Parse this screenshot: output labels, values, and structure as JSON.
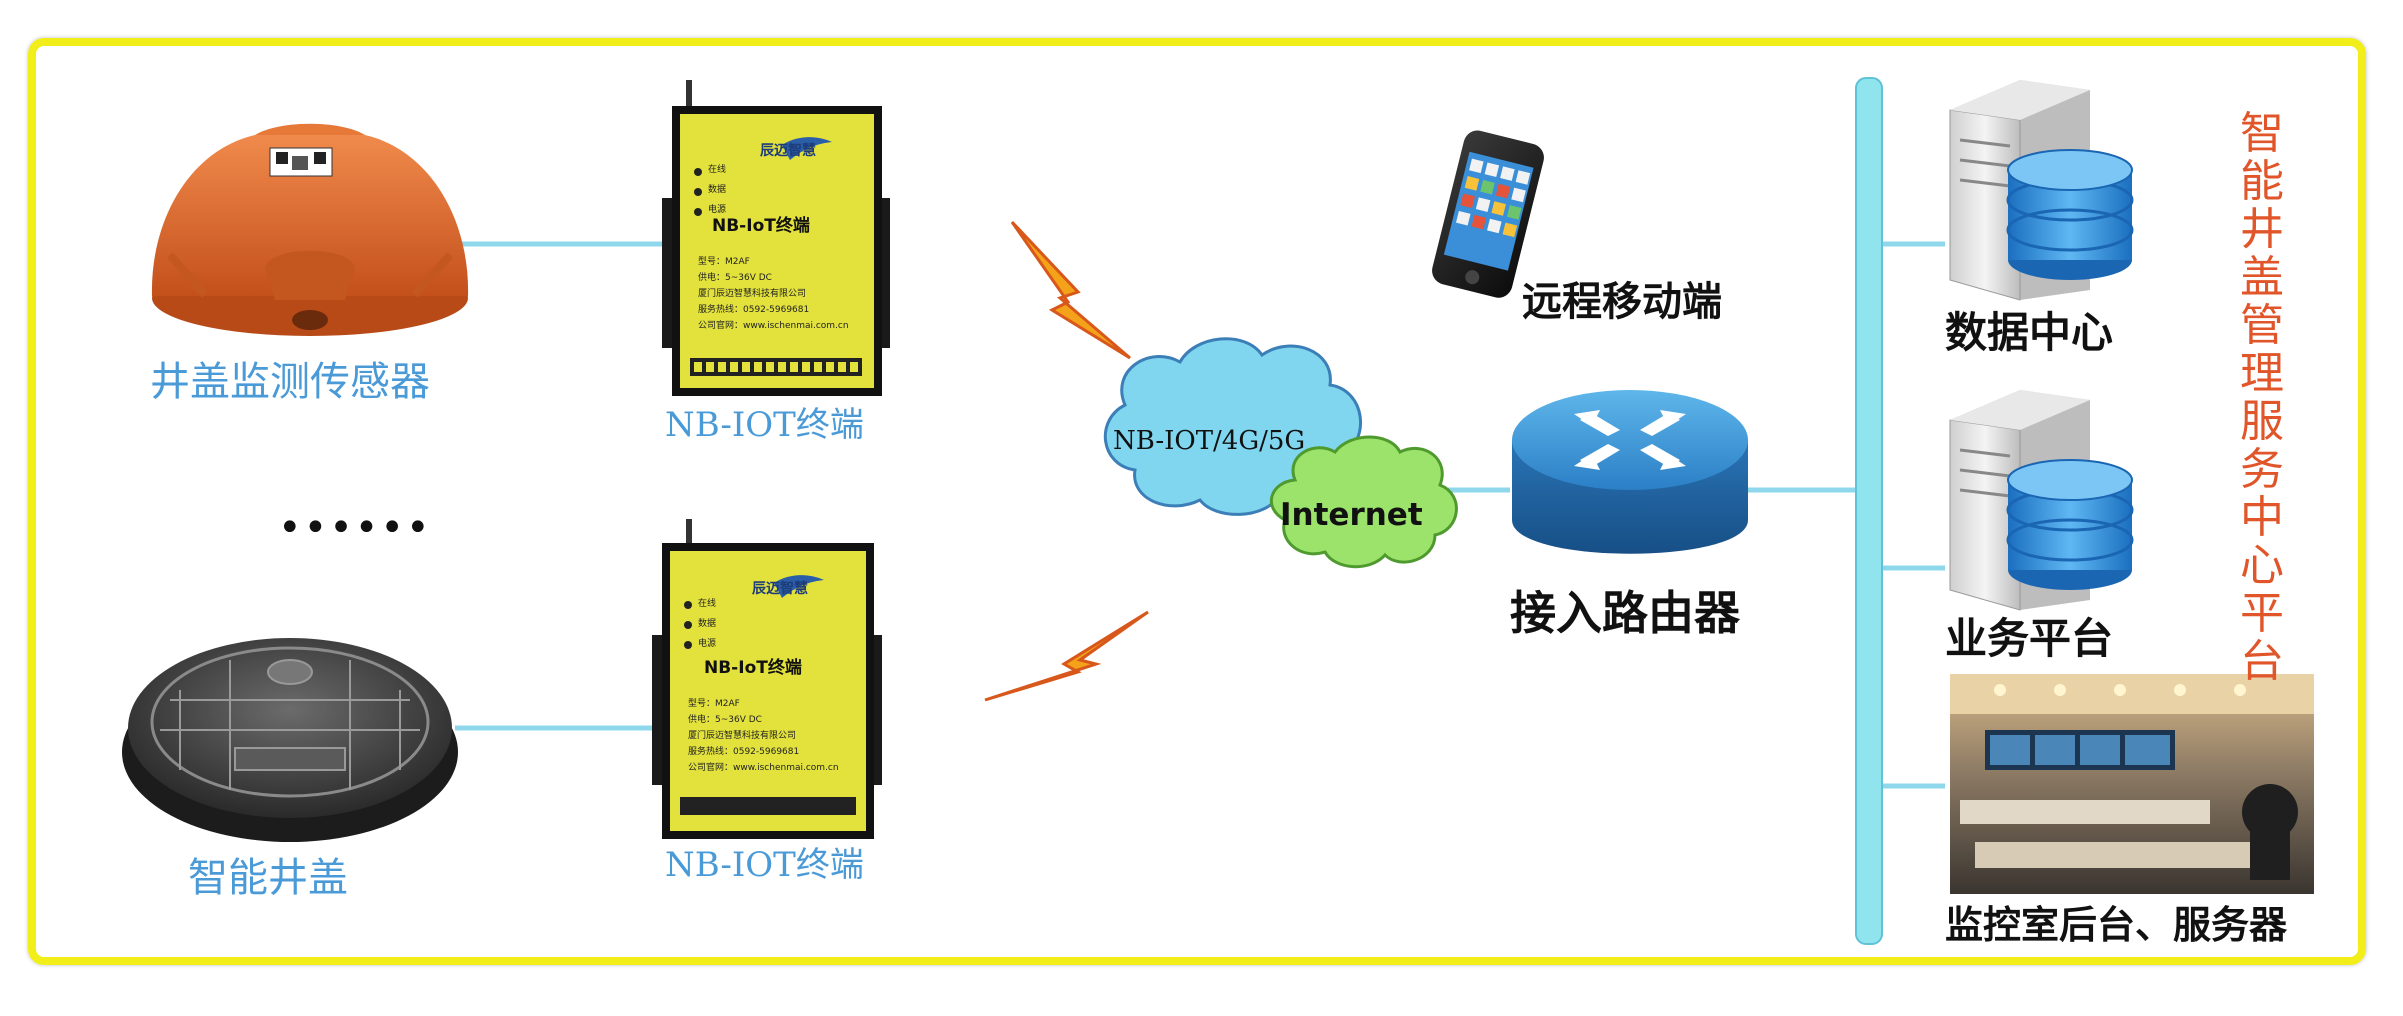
{
  "labels": {
    "sensor": "井盖监测传感器",
    "terminal_top": "NB-IOT终端",
    "terminal_bottom": "NB-IOT终端",
    "smart_cover": "智能井盖",
    "ellipsis": "••••••",
    "network_cloud": "NB-IOT/4G/5G",
    "internet_cloud": "Internet",
    "mobile": "远程移动端",
    "router": "接入路由器",
    "data_center": "数据中心",
    "business_platform": "业务平台",
    "monitor_room": "监控室后台、服务器",
    "platform_title": "智能井盖管理服务中心平台"
  },
  "device": {
    "title": "NB-IoT终端",
    "brand": "辰迈智慧",
    "leds": [
      "在线",
      "数据",
      "电源"
    ],
    "lines": [
      "型号：M2AF",
      "供电：5~36V DC",
      "厦门辰迈智慧科技有限公司",
      "服务热线：0592-5969681",
      "公司官网：www.ischenmai.com.cn"
    ]
  },
  "colors": {
    "frame": "#f2ee1a",
    "line": "#8fd8ec",
    "label_blue": "#4a9ad8",
    "title_red": "#e0562a",
    "device_yellow": "#e3e23c",
    "sensor_orange": "#e0652a",
    "cloud_blue": "#7fd6ee",
    "cloud_green": "#9be36a",
    "router_blue": "#2f86cf",
    "bolt_orange": "#f4a21a"
  }
}
